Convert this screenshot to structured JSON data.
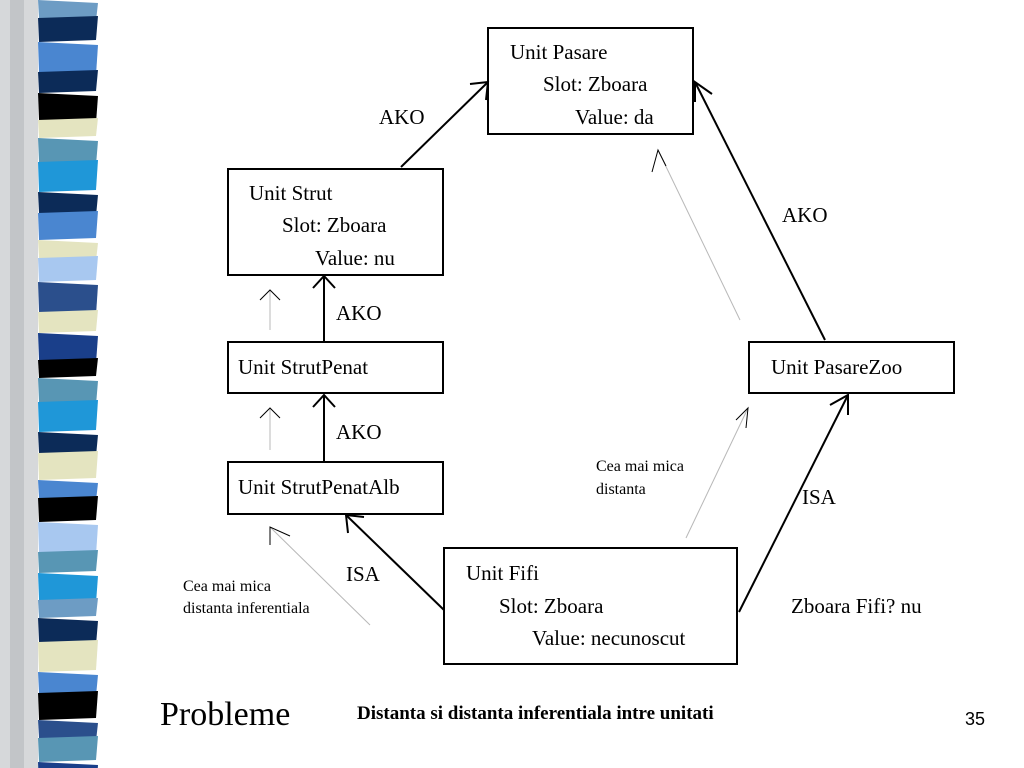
{
  "units": {
    "pasare": {
      "title": "Unit  Pasare",
      "slot": "Slot: Zboara",
      "value": "Value: da"
    },
    "strut": {
      "title": "Unit  Strut",
      "slot": "Slot: Zboara",
      "value": "Value: nu"
    },
    "strutpenat": {
      "title": "Unit  StrutPenat"
    },
    "strutpenatalb": {
      "title": "Unit  StrutPenatAlb"
    },
    "pasarezoo": {
      "title": "Unit  PasareZoo"
    },
    "fifi": {
      "title": "Unit  Fifi",
      "slot": "Slot: Zboara",
      "value": "Value: necunoscut"
    }
  },
  "edge_labels": {
    "ako_strut_pasare": "AKO",
    "ako_pasarezoo_pasare": "AKO",
    "ako_strutpenat_strut": "AKO",
    "ako_strutpenatalb_strutpenat": "AKO",
    "isa_fifi_strutpenatalb": "ISA",
    "isa_fifi_pasarezoo": "ISA"
  },
  "notes": {
    "shortest_distance": [
      "Cea mai mica",
      "distanta"
    ],
    "inferential_distance": [
      "Cea mai mica",
      "distanta inferentiala"
    ],
    "question": "Zboara Fifi?  nu"
  },
  "footer": {
    "title": "Probleme",
    "subtitle": "Distanta si distanta inferentiala intre unitati",
    "page_number": "35"
  },
  "colors": {
    "title_blue": "#3a5fcd",
    "stripes": [
      "#6d9cc4",
      "#0c2b58",
      "#4a86d0",
      "#000000",
      "#e4e4c0",
      "#5896b4",
      "#1f97d8",
      "#a8c8f0",
      "#2b4f8c",
      "#1a3f8a"
    ]
  }
}
